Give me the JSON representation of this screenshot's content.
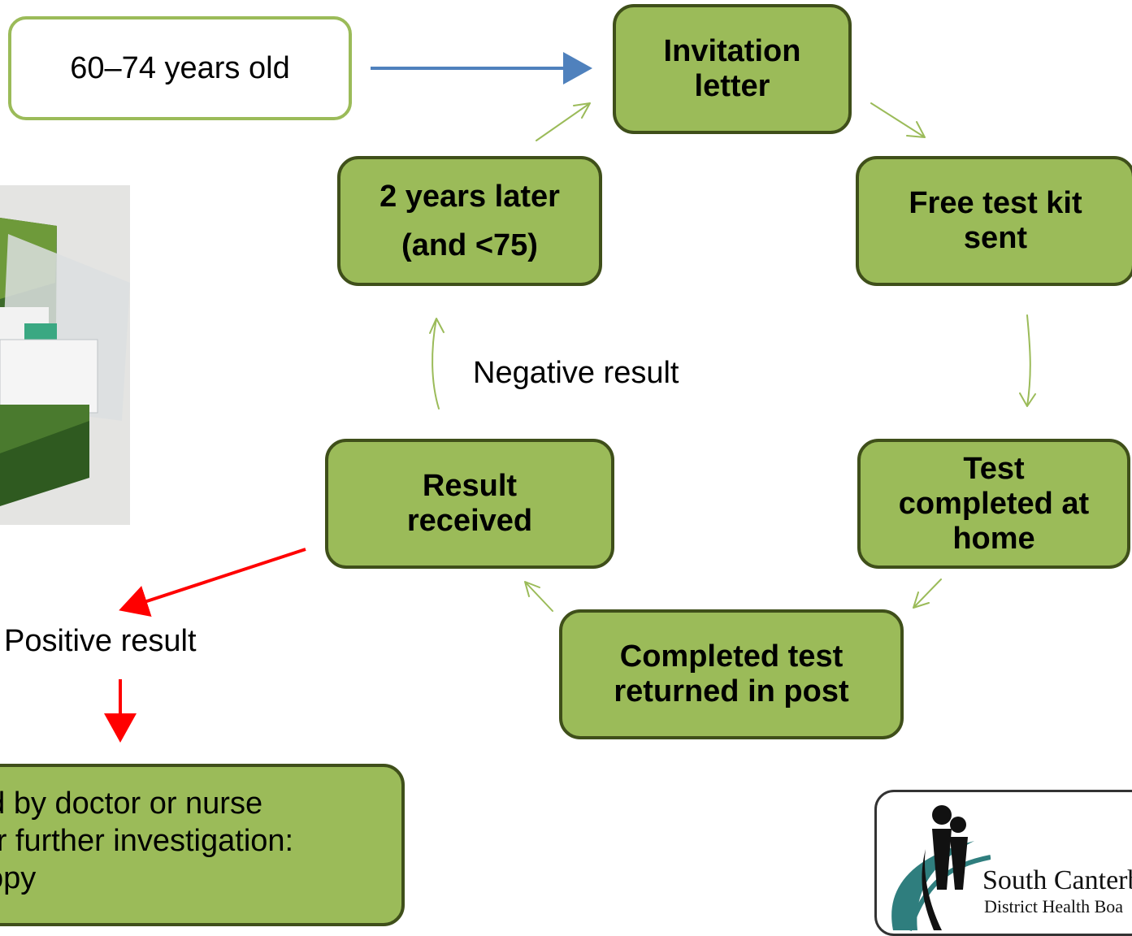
{
  "age_box": "60–74 years old",
  "steps": {
    "invitation": "Invitation\nletter",
    "free_kit": "Free test kit\nsent",
    "test_home": "Test\ncompleted at\nhome",
    "returned": "Completed test\nreturned in post",
    "result": "Result\nreceived",
    "two_years": "2 years later\n(and <75)"
  },
  "labels": {
    "negative": "Negative result",
    "positive": "Positive result"
  },
  "followup": {
    "line1": "ed by doctor or nurse",
    "line2": "for further investigation:",
    "line3": "copy"
  },
  "logo": {
    "line1": "South Canterb",
    "line2": "District Health Boa"
  },
  "colors": {
    "box_fill": "#9bbb59",
    "box_border": "#3f4f1a",
    "cycle_arrow": "#9bbb59",
    "entry_arrow": "#4f81bd",
    "positive_arrow": "#ff0000"
  }
}
